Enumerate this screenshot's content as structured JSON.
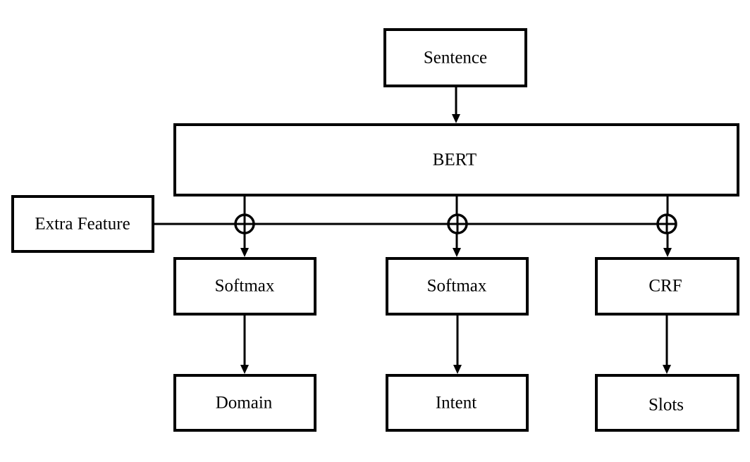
{
  "diagram": {
    "nodes": {
      "sentence": "Sentence",
      "bert": "BERT",
      "extra_feature": "Extra Feature",
      "softmax_domain": "Softmax",
      "softmax_intent": "Softmax",
      "crf": "CRF",
      "domain": "Domain",
      "intent": "Intent",
      "slots": "Slots"
    },
    "edges": [
      {
        "from": "sentence",
        "to": "bert"
      },
      {
        "from": "bert",
        "to": "softmax_domain",
        "via": "concat-operator"
      },
      {
        "from": "bert",
        "to": "softmax_intent",
        "via": "concat-operator"
      },
      {
        "from": "bert",
        "to": "crf",
        "via": "concat-operator"
      },
      {
        "from": "extra_feature",
        "to": "concat-operators"
      },
      {
        "from": "softmax_domain",
        "to": "domain"
      },
      {
        "from": "softmax_intent",
        "to": "intent"
      },
      {
        "from": "crf",
        "to": "slots"
      }
    ],
    "colors": {
      "stroke": "#000000",
      "fill": "#ffffff"
    }
  }
}
